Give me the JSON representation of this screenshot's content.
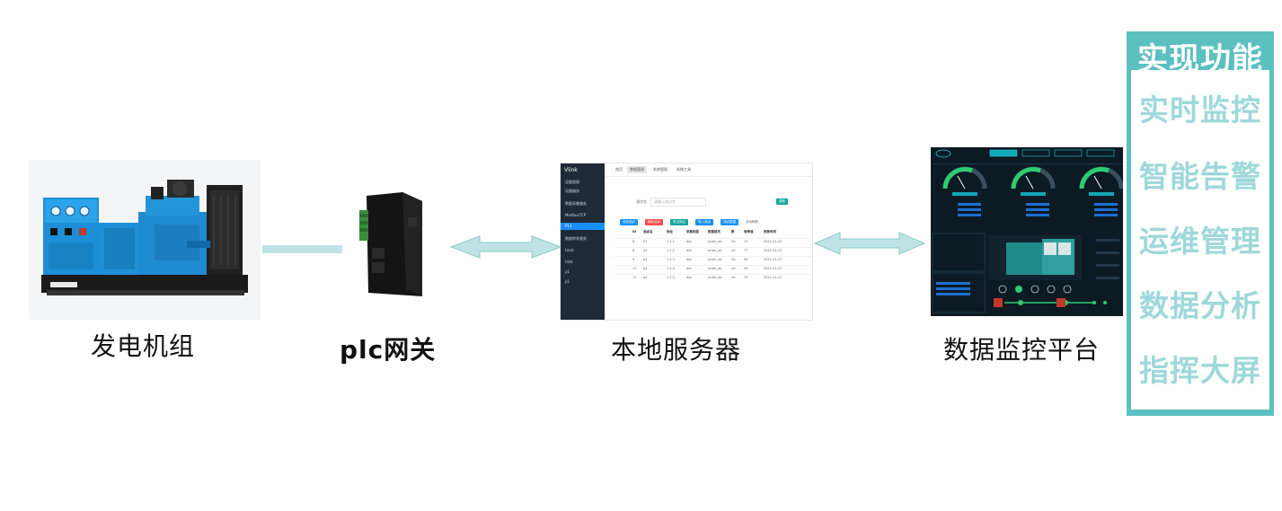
{
  "nodes": {
    "generator": {
      "label": "发电机组"
    },
    "plc": {
      "label": "plc网关"
    },
    "server": {
      "label": "本地服务器"
    },
    "platform": {
      "label": "数据监控平台"
    }
  },
  "functions": {
    "title": "实现功能",
    "items": [
      "实时监控",
      "智能告警",
      "运维管理",
      "数据分析",
      "指挥大屏"
    ]
  },
  "server_ui": {
    "brand": "Vlink",
    "menu": [
      "设备管理",
      "设备服务",
      "数据采集服务",
      "ModbusTCP",
      "P11",
      "数据转发服务",
      "tesst",
      "tstst",
      "p1",
      "p1"
    ],
    "tabs": [
      "首页",
      "数据管理",
      "系统管理",
      "系统工具"
    ],
    "buttons": [
      "添加测点",
      "删除测点",
      "导出测点",
      "导入测点",
      "测点数据",
      "自动刷新"
    ],
    "search_button": "搜索",
    "filter_label": "测点名",
    "filter_placeholder": "请输入测点名",
    "columns": [
      "ID",
      "测点名",
      "地址",
      "采集类型",
      "数据格式",
      "数",
      "倍率值",
      "更新时间"
    ],
    "rows": [
      [
        "8",
        "P1",
        "1.2.1",
        "dec",
        "order_ab",
        "int",
        "13",
        "2021-04-22"
      ],
      [
        "8",
        "p2",
        "1.2.2",
        "dec",
        "order_ab",
        "int",
        "77",
        "2021-04-22"
      ],
      [
        "9",
        "p3",
        "1.2.3",
        "dec",
        "order_ab",
        "int",
        "99",
        "2021-04-22"
      ],
      [
        "10",
        "p4",
        "1.2.4",
        "dec",
        "order_ab",
        "int",
        "46",
        "2021-04-22"
      ],
      [
        "11",
        "p5",
        "1.2.5",
        "dec",
        "order_ab",
        "int",
        "75",
        "2021-04-22"
      ]
    ]
  },
  "colors": {
    "accent": "#5cbfc0",
    "function_text": "#9ed8da",
    "arrow_fill": "#bfe3e4",
    "arrow_stroke": "#8cc9cb",
    "connector": "#bfe3e4"
  }
}
